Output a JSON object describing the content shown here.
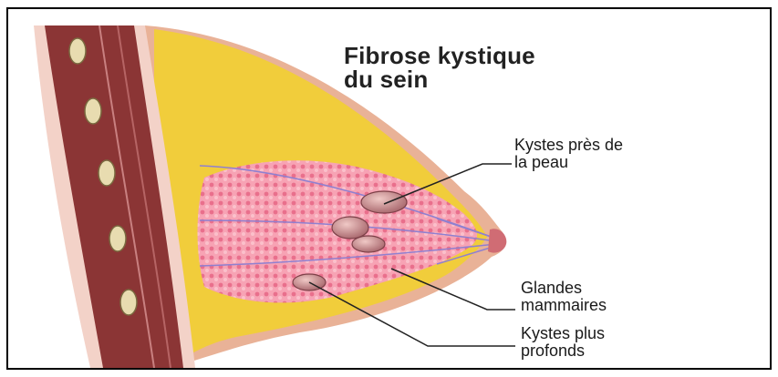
{
  "title": {
    "line1": "Fibrose kystique",
    "line2": "du sein"
  },
  "labels": {
    "cysts_near_skin": {
      "line1": "Kystes près de",
      "line2": "la peau"
    },
    "mammary_glands": {
      "line1": "Glandes",
      "line2": "mammaires"
    },
    "deep_cysts": {
      "line1": "Kystes plus",
      "line2": "profonds"
    }
  },
  "colors": {
    "muscle": "#8e3a3a",
    "fat": "#f2cf3a",
    "skin": "#e8a88e",
    "gland": "#f48aa0",
    "cyst": "#c98e8e",
    "leader_line": "#222222"
  }
}
